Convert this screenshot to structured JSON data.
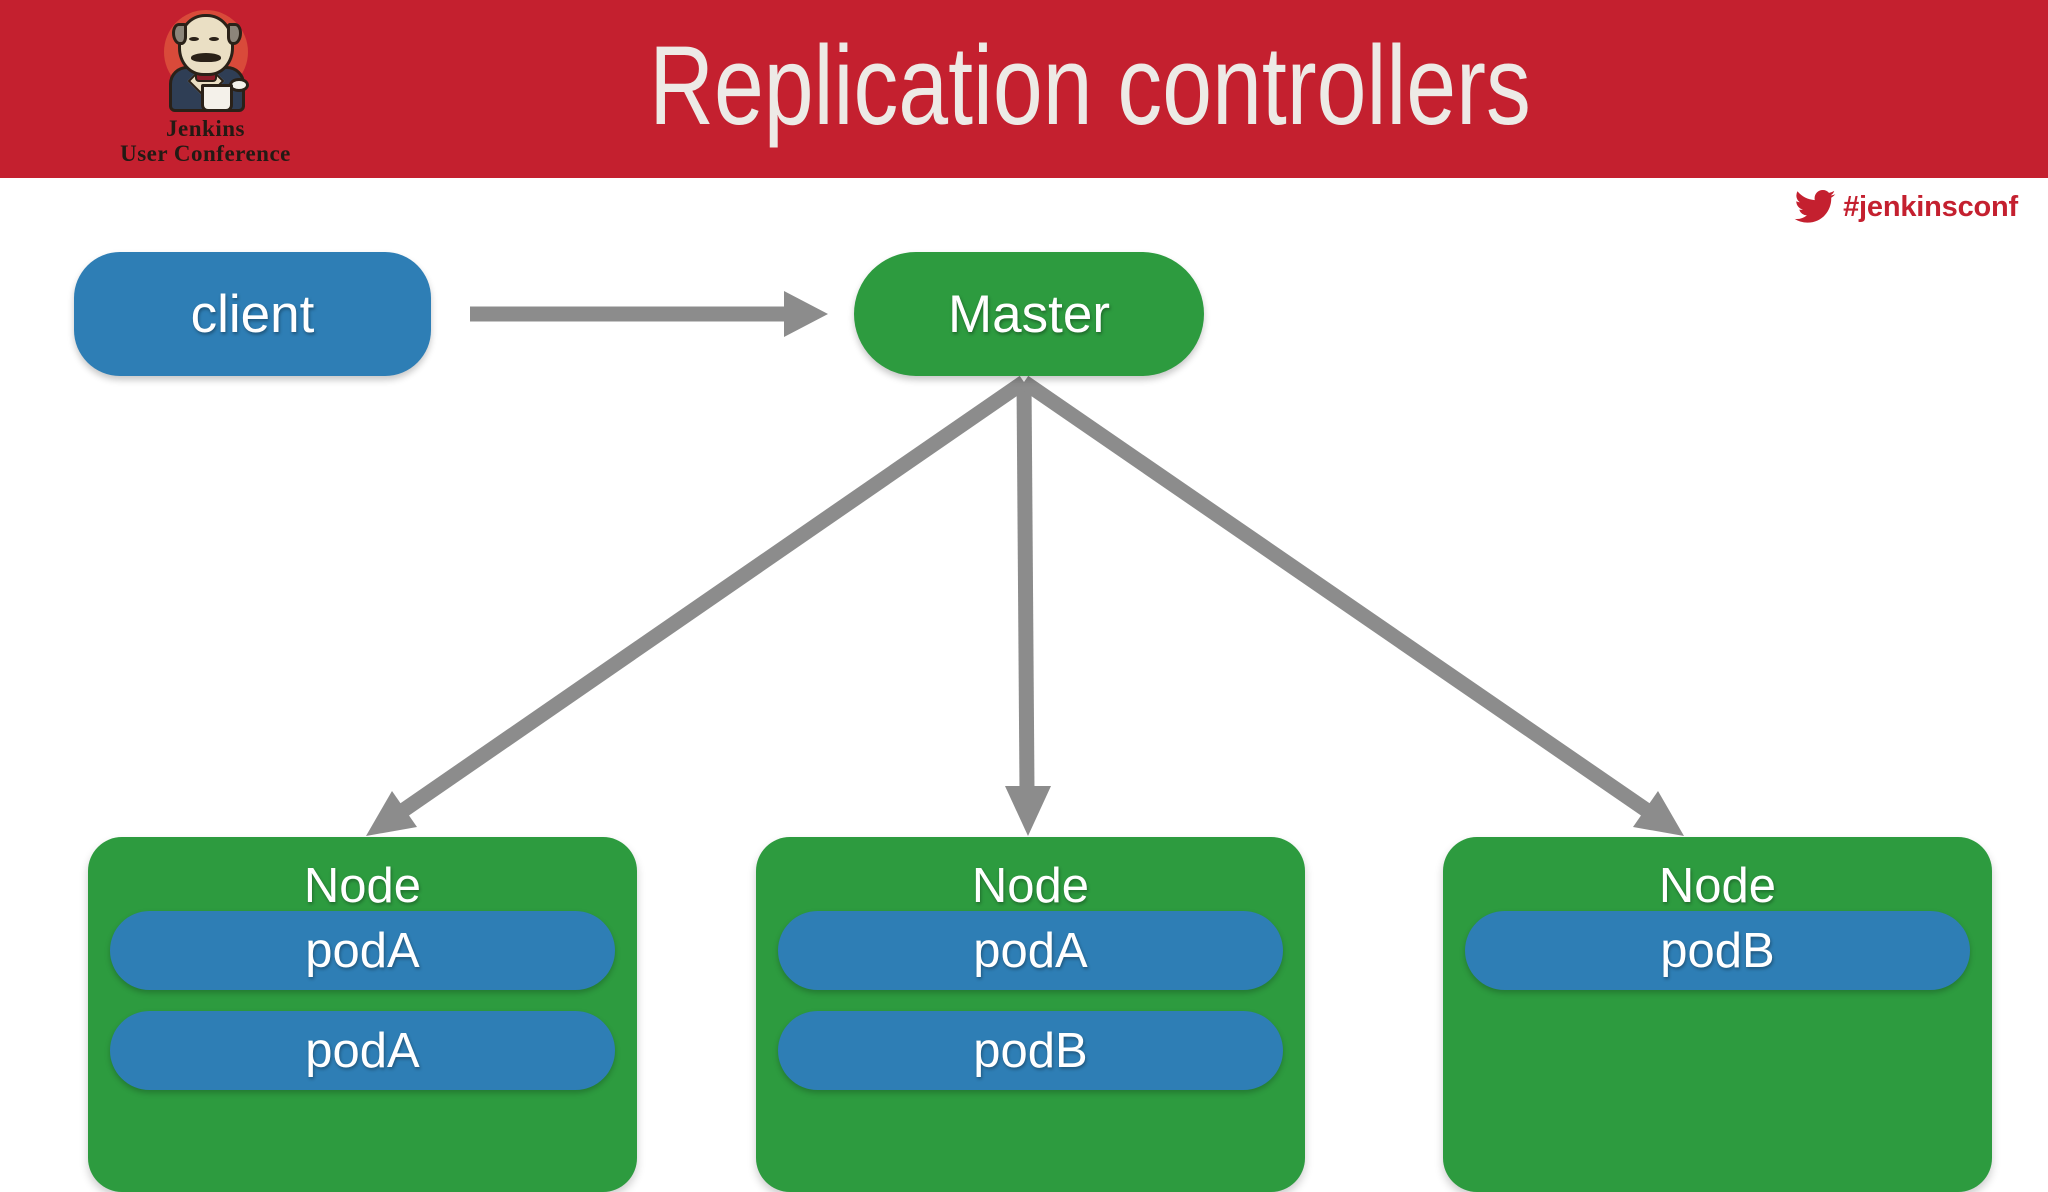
{
  "header": {
    "title": "Replication controllers",
    "background_color": "#C4202F",
    "title_color": "#EDEAE6",
    "logo": {
      "icon": "jenkins-butler-logo",
      "line1": "Jenkins",
      "line2": "User Conference"
    }
  },
  "hashtag": {
    "icon": "twitter-bird-icon",
    "text": "#jenkinsconf",
    "color": "#C4202F"
  },
  "diagram": {
    "client": {
      "label": "client",
      "color": "#2E7EB5"
    },
    "master": {
      "label": "Master",
      "color": "#2D9B3F"
    },
    "arrow_color": "#8C8C8C",
    "nodes": [
      {
        "label": "Node",
        "pods": [
          {
            "label": "podA"
          },
          {
            "label": "podA"
          }
        ]
      },
      {
        "label": "Node",
        "pods": [
          {
            "label": "podA"
          },
          {
            "label": "podB"
          }
        ]
      },
      {
        "label": "Node",
        "pods": [
          {
            "label": "podB"
          }
        ]
      }
    ]
  }
}
